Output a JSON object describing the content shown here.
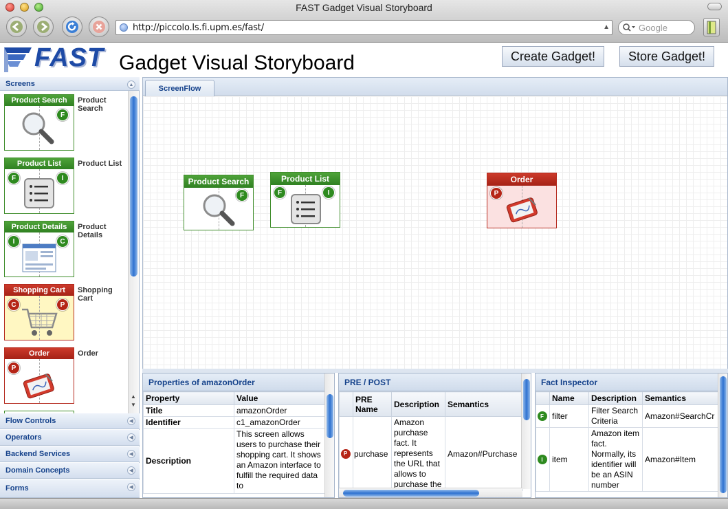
{
  "window": {
    "title": "FAST Gadget Visual Storyboard"
  },
  "browser": {
    "url": "http://piccolo.ls.fi.upm.es/fast/",
    "search_placeholder": "Google"
  },
  "header": {
    "logo_text": "FAST",
    "title": "Gadget Visual Storyboard",
    "create_button": "Create Gadget!",
    "store_button": "Store Gadget!"
  },
  "sidebar": {
    "screens_heading": "Screens",
    "screens": [
      {
        "title": "Product Search",
        "label": "Product Search",
        "badges": [
          "F"
        ],
        "icon": "magnifier-icon",
        "color": "green"
      },
      {
        "title": "Product List",
        "label": "Product List",
        "badges": [
          "F",
          "I"
        ],
        "icon": "list-icon",
        "color": "green"
      },
      {
        "title": "Product Details",
        "label": "Product Details",
        "badges": [
          "I",
          "C"
        ],
        "icon": "details-window-icon",
        "color": "green"
      },
      {
        "title": "Shopping Cart",
        "label": "Shopping Cart",
        "badges": [
          "C",
          "P"
        ],
        "icon": "shopping-cart-icon",
        "color": "red"
      },
      {
        "title": "Order",
        "label": "Order",
        "badges": [
          "P"
        ],
        "icon": "order-tablet-icon",
        "color": "red"
      }
    ],
    "sections": [
      "Flow Controls",
      "Operators",
      "Backend Services",
      "Domain Concepts",
      "Forms"
    ]
  },
  "canvas": {
    "tab": "ScreenFlow",
    "nodes": [
      {
        "title": "Product Search",
        "badges": [
          "F"
        ],
        "icon": "magnifier-icon"
      },
      {
        "title": "Product List",
        "badges": [
          "F",
          "I"
        ],
        "icon": "list-icon"
      },
      {
        "title": "Order",
        "badges": [
          "P"
        ],
        "icon": "order-tablet-icon"
      }
    ]
  },
  "properties": {
    "heading": "Properties of amazonOrder",
    "columns": [
      "Property",
      "Value"
    ],
    "rows": [
      {
        "property": "Title",
        "value": "amazonOrder"
      },
      {
        "property": "Identifier",
        "value": "c1_amazonOrder"
      },
      {
        "property": "Description",
        "value": "This screen allows users to purchase their shopping cart. It shows an Amazon interface to fulfill the required data to"
      }
    ]
  },
  "prepost": {
    "heading": "PRE / POST",
    "columns": [
      "",
      "PRE Name",
      "Description",
      "Semantics"
    ],
    "rows": [
      {
        "badge": "P",
        "name": "purchase",
        "description": "Amazon purchase fact. It represents the URL that allows to purchase the",
        "semantics": "Amazon#Purchase"
      }
    ]
  },
  "facts": {
    "heading": "Fact Inspector",
    "columns": [
      "",
      "Name",
      "Description",
      "Semantics"
    ],
    "rows": [
      {
        "badge": "F",
        "name": "filter",
        "description": "Filter Search Criteria",
        "semantics": "Amazon#SearchCr"
      },
      {
        "badge": "I",
        "name": "item",
        "description": "Amazon item fact. Normally, its identifier will be an ASIN number",
        "semantics": "Amazon#Item"
      }
    ]
  },
  "colors": {
    "accent": "#15428b",
    "green": "#2e8a1f",
    "red": "#b52517"
  }
}
